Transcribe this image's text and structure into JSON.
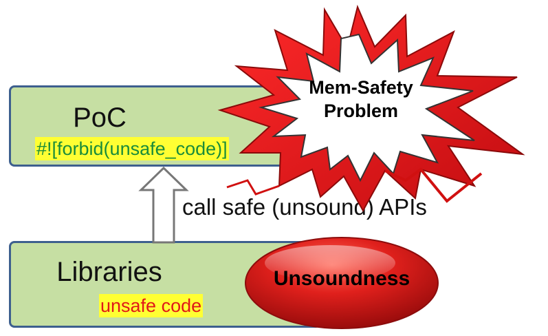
{
  "poc": {
    "title": "PoC",
    "code": "#![forbid(unsafe_code)]"
  },
  "libraries": {
    "title": "Libraries",
    "code": "unsafe code"
  },
  "arrow_label": "call safe (unsound) APIs",
  "burst": {
    "line1": "Mem-Safety",
    "line2": "Problem"
  },
  "blob_label": "Unsoundness",
  "colors": {
    "box_fill": "#c6dfa3",
    "box_border": "#3d5f8e",
    "highlight": "#ffff33",
    "safe_code_text": "#1a8c3a",
    "unsafe_code_text": "#e01818",
    "burst_red": "#e3121a",
    "blob_red": "#d41b1b"
  }
}
